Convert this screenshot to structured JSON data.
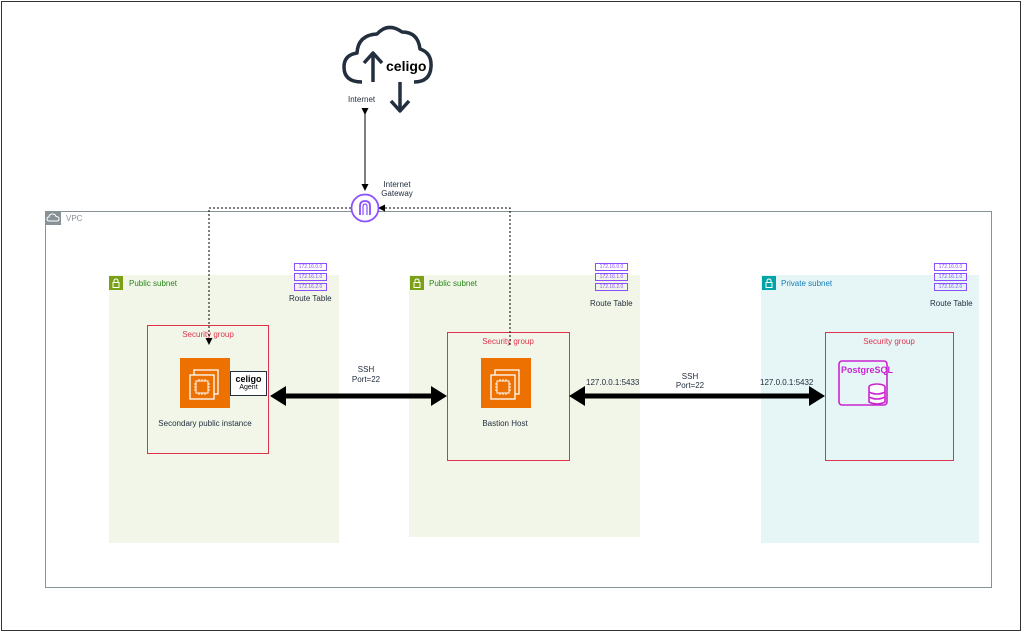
{
  "internet": {
    "brand": "celigo",
    "label": "Internet"
  },
  "gateway": {
    "label_line1": "Internet",
    "label_line2": "Gateway"
  },
  "vpc": {
    "label": "VPC"
  },
  "subnets": [
    {
      "label": "Public subnet",
      "route_table": {
        "label": "Route Table",
        "entries": [
          "172.16.0.0",
          "172.16.1.0",
          "172.16.2.0"
        ]
      }
    },
    {
      "label": "Public subnet",
      "route_table": {
        "label": "Route Table",
        "entries": [
          "172.16.0.0",
          "172.16.1.0",
          "172.16.2.0"
        ]
      }
    },
    {
      "label": "Private subnet",
      "route_table": {
        "label": "Route Table",
        "entries": [
          "172.16.0.0",
          "172.16.1.0",
          "172.16.2.0"
        ]
      }
    }
  ],
  "security_groups": [
    {
      "label": "Security group",
      "instance_label": "Secondary public instance",
      "agent": {
        "brand": "celigo",
        "label": "Agent"
      }
    },
    {
      "label": "Security group",
      "instance_label": "Bastion Host"
    },
    {
      "label": "Security group",
      "db_label": "PostgreSQL"
    }
  ],
  "connections": [
    {
      "label_line1": "SSH",
      "label_line2": "Port=22"
    },
    {
      "label_line1": "SSH",
      "label_line2": "Port=22",
      "left_port": "127.0.0.1:5433",
      "right_port": "127.0.0.1:5432"
    }
  ],
  "colors": {
    "public_subnet": "#7aa116",
    "private_subnet": "#00a4a6",
    "security_group": "#dd344c",
    "ec2": "#ed7100",
    "route_table": "#8c4fff",
    "database": "#c925d1",
    "gateway": "#8c4fff"
  },
  "icons": {
    "internet": "cloud-icon",
    "gateway": "internet-gateway-icon",
    "vpc": "vpc-cloud-icon",
    "subnet_public": "lock-icon",
    "subnet_private": "lock-icon",
    "ec2": "ec2-instance-icon",
    "database": "postgresql-icon"
  }
}
